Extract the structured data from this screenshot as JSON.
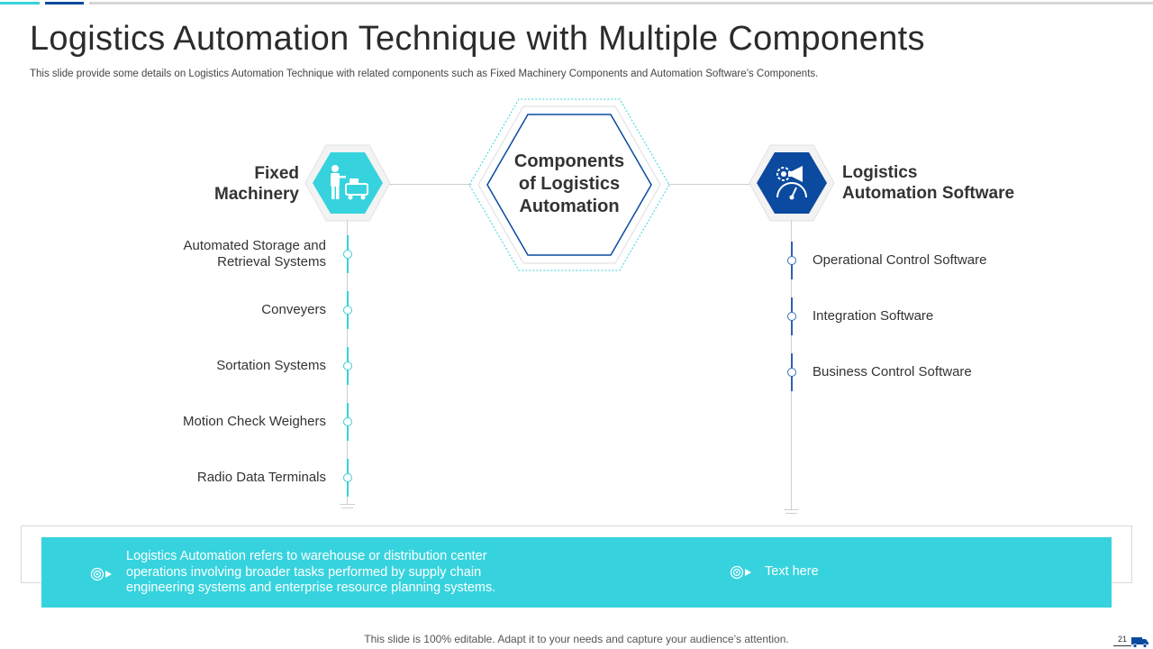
{
  "header": {
    "title": "Logistics Automation Technique with Multiple Components",
    "subtitle": "This slide provide some details on Logistics Automation Technique with related components such as Fixed Machinery Components and Automation Software’s Components."
  },
  "center": {
    "line1": "Components",
    "line2": "of Logistics",
    "line3": "Automation"
  },
  "left_group": {
    "title_line1": "Fixed",
    "title_line2": "Machinery",
    "icon": "worker-with-machinery-icon",
    "items": [
      {
        "line1": "Automated Storage and",
        "line2": "Retrieval Systems"
      },
      {
        "line1": "Conveyers"
      },
      {
        "line1": "Sortation Systems"
      },
      {
        "line1": "Motion Check Weighers"
      },
      {
        "line1": "Radio Data Terminals"
      }
    ]
  },
  "right_group": {
    "title_line1": "Logistics",
    "title_line2": "Automation Software",
    "icon": "gear-megaphone-gauge-icon",
    "items": [
      {
        "line1": "Operational Control Software"
      },
      {
        "line1": "Integration Software"
      },
      {
        "line1": "Business Control Software"
      }
    ]
  },
  "bottom": {
    "text_line1": "Logistics Automation refers to warehouse or distribution center",
    "text_line2": "operations involving  broader tasks performed by supply chain",
    "text_line3": "engineering  systems and enterprise resource planning  systems.",
    "right_text": "Text here",
    "bullet_icon": "target-arrow-icon"
  },
  "footer": {
    "note": "This slide is 100% editable. Adapt it to your needs and capture your audience’s attention.",
    "page_number": "21"
  },
  "colors": {
    "teal": "#36d3de",
    "dark_blue": "#0b4a9e",
    "line_gray": "#cfcfcf",
    "text": "#333333"
  }
}
